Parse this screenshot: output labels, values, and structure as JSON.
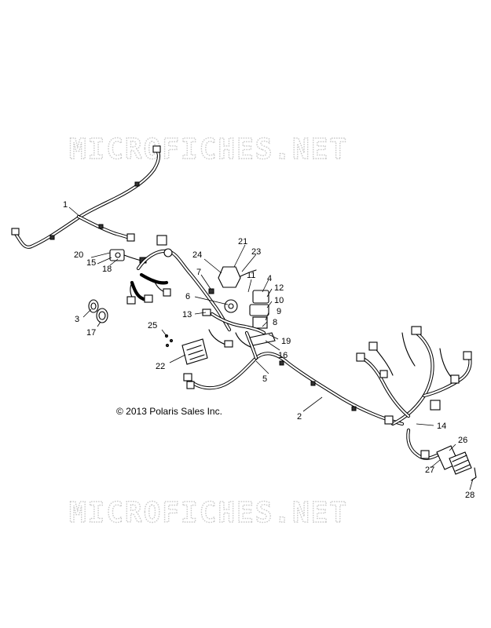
{
  "watermark": {
    "top": "MICROFICHES.NET",
    "bottom": "MICROFICHES.NET"
  },
  "copyright": "© 2013 Polaris Sales Inc.",
  "callouts": [
    {
      "id": "c1",
      "label": "1"
    },
    {
      "id": "c2",
      "label": "2"
    },
    {
      "id": "c3",
      "label": "3"
    },
    {
      "id": "c4",
      "label": "4"
    },
    {
      "id": "c5",
      "label": "5"
    },
    {
      "id": "c6",
      "label": "6"
    },
    {
      "id": "c7",
      "label": "7"
    },
    {
      "id": "c8",
      "label": "8"
    },
    {
      "id": "c9",
      "label": "9"
    },
    {
      "id": "c10",
      "label": "10"
    },
    {
      "id": "c11",
      "label": "11"
    },
    {
      "id": "c12",
      "label": "12"
    },
    {
      "id": "c13",
      "label": "13"
    },
    {
      "id": "c14",
      "label": "14"
    },
    {
      "id": "c15",
      "label": "15"
    },
    {
      "id": "c16",
      "label": "16"
    },
    {
      "id": "c17",
      "label": "17"
    },
    {
      "id": "c18",
      "label": "18"
    },
    {
      "id": "c19",
      "label": "19"
    },
    {
      "id": "c20",
      "label": "20"
    },
    {
      "id": "c21",
      "label": "21"
    },
    {
      "id": "c22",
      "label": "22"
    },
    {
      "id": "c23",
      "label": "23"
    },
    {
      "id": "c24",
      "label": "24"
    },
    {
      "id": "c25",
      "label": "25"
    },
    {
      "id": "c26",
      "label": "26"
    },
    {
      "id": "c27",
      "label": "27"
    },
    {
      "id": "c28",
      "label": "28"
    }
  ]
}
